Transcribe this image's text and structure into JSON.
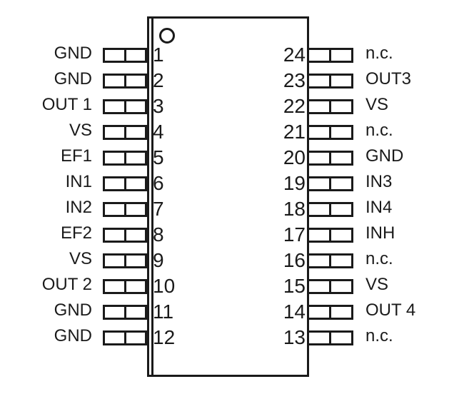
{
  "colors": {
    "line": "#1a1a1a",
    "background": "#ffffff"
  },
  "package": {
    "pin_count": 24,
    "pin1_marker": "circle"
  },
  "pins": {
    "left": [
      {
        "number": "1",
        "label": "GND"
      },
      {
        "number": "2",
        "label": "GND"
      },
      {
        "number": "3",
        "label": "OUT 1"
      },
      {
        "number": "4",
        "label": "VS"
      },
      {
        "number": "5",
        "label": "EF1"
      },
      {
        "number": "6",
        "label": "IN1"
      },
      {
        "number": "7",
        "label": "IN2"
      },
      {
        "number": "8",
        "label": "EF2"
      },
      {
        "number": "9",
        "label": "VS"
      },
      {
        "number": "10",
        "label": "OUT 2"
      },
      {
        "number": "11",
        "label": "GND"
      },
      {
        "number": "12",
        "label": "GND"
      }
    ],
    "right": [
      {
        "number": "24",
        "label": "n.c."
      },
      {
        "number": "23",
        "label": "OUT3"
      },
      {
        "number": "22",
        "label": "VS"
      },
      {
        "number": "21",
        "label": "n.c."
      },
      {
        "number": "20",
        "label": "GND"
      },
      {
        "number": "19",
        "label": "IN3"
      },
      {
        "number": "18",
        "label": "IN4"
      },
      {
        "number": "17",
        "label": "INH"
      },
      {
        "number": "16",
        "label": "n.c."
      },
      {
        "number": "15",
        "label": "VS"
      },
      {
        "number": "14",
        "label": "OUT 4"
      },
      {
        "number": "13",
        "label": "n.c."
      }
    ]
  }
}
